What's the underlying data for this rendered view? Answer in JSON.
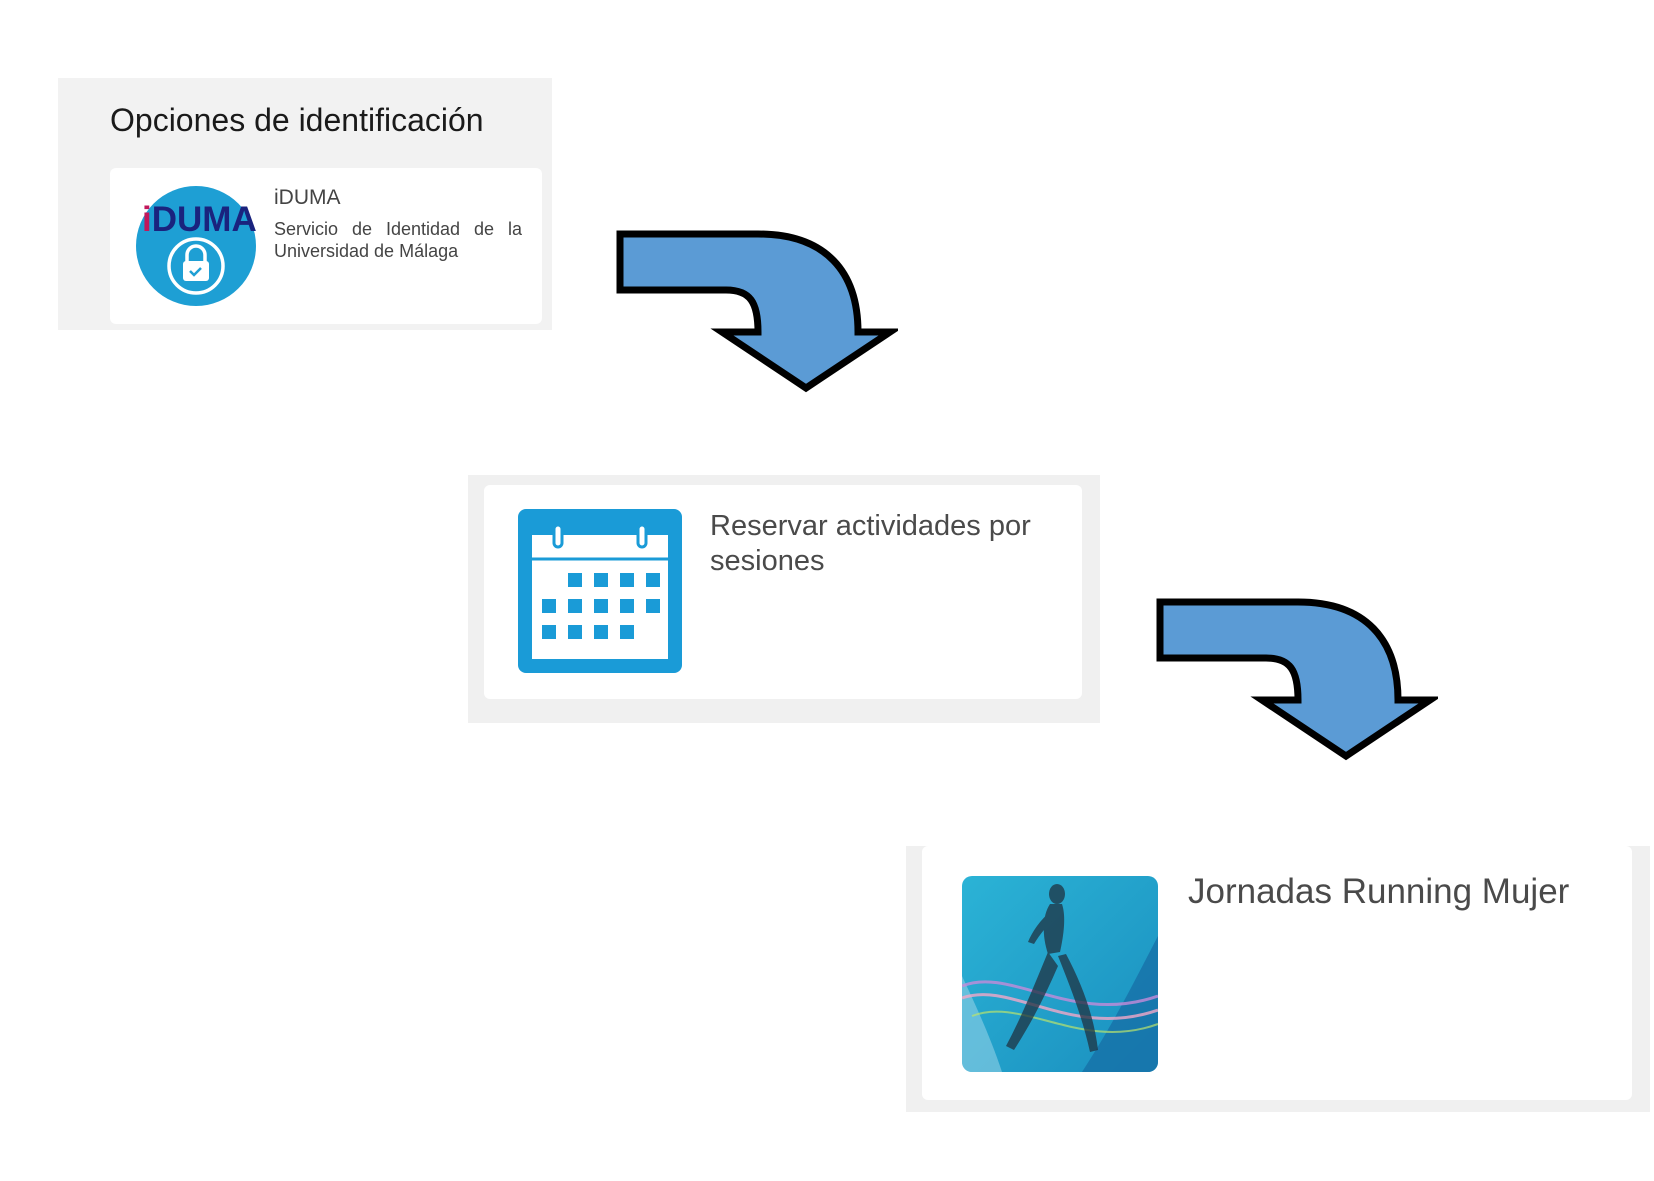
{
  "identification": {
    "title": "Opciones de identificación",
    "provider": {
      "logo_text": "iDUMA",
      "name": "iDUMA",
      "description": "Servicio de Identidad de la Universidad de Málaga",
      "icon": "lock-icon"
    }
  },
  "reservations": {
    "label": "Reservar actividades por sesiones",
    "icon": "calendar-icon"
  },
  "activity": {
    "label": "Jornadas Running Mujer",
    "image": "woman-running-image"
  },
  "colors": {
    "arrow_fill": "#5b9bd5",
    "arrow_stroke": "#000000",
    "iduma_circle": "#1e9fd4",
    "iduma_text_pink": "#c2185b",
    "iduma_text_navy": "#1a237e",
    "calendar_blue": "#1a9bd7"
  }
}
